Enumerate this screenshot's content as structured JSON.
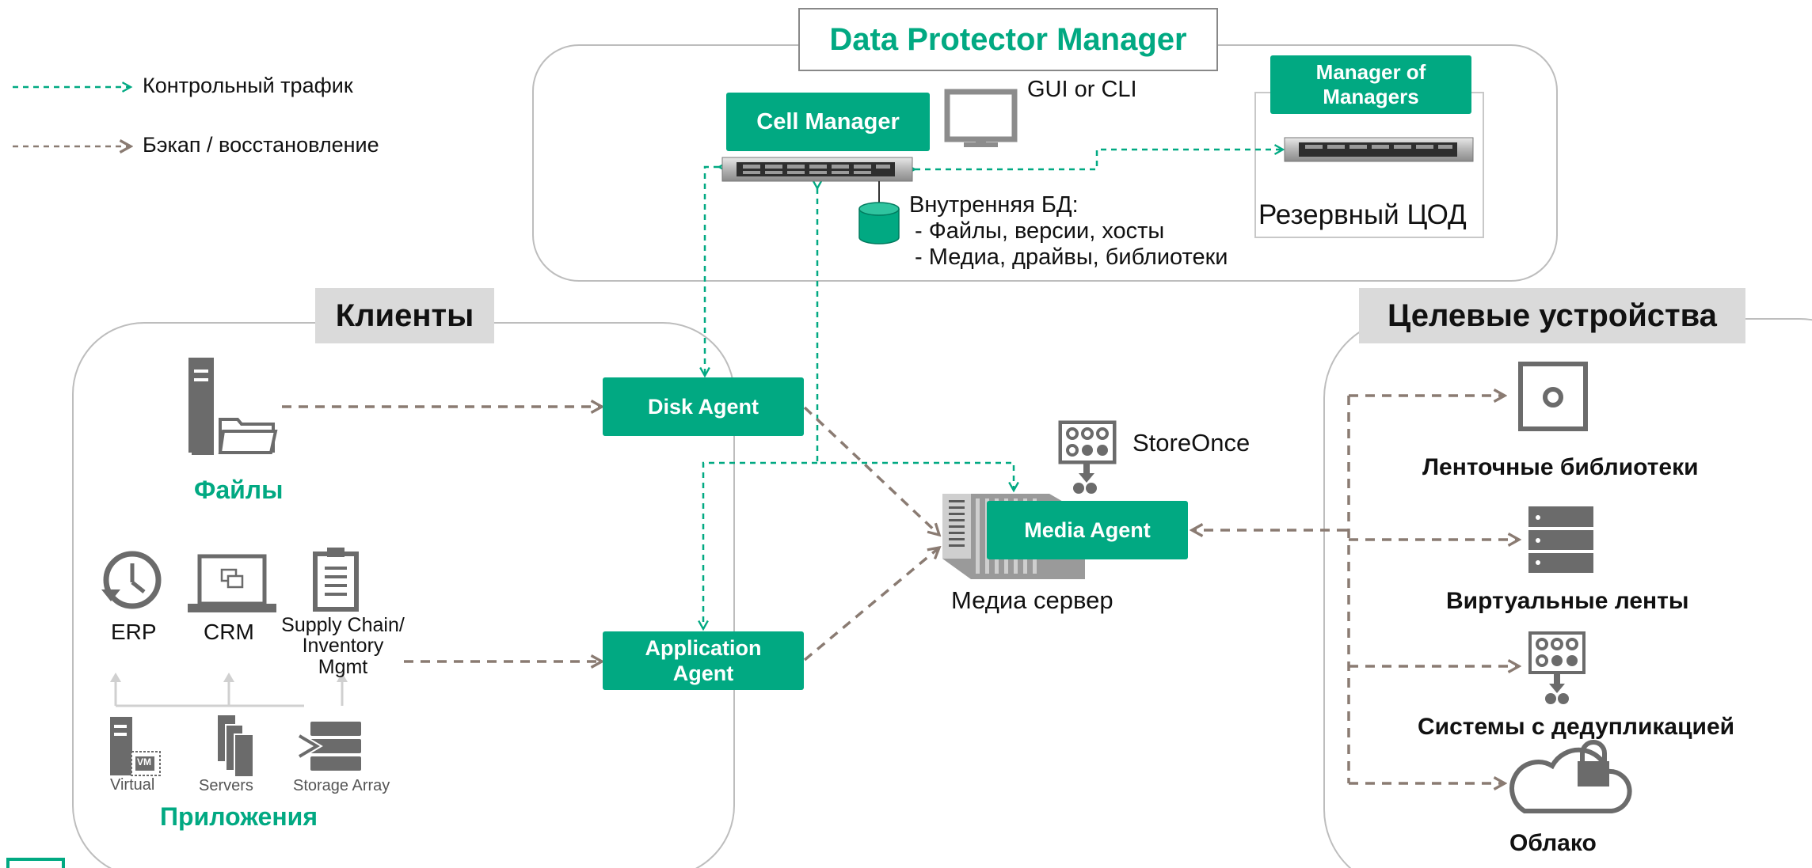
{
  "legend": {
    "control_traffic": "Контрольный трафик",
    "backup_restore": "Бэкап / восстановление"
  },
  "dpm": {
    "title": "Data Protector Manager",
    "cell_manager": "Cell Manager",
    "gui_cli": "GUI or CLI",
    "internal_db": {
      "title": "Внутренняя БД:",
      "line1": "- Файлы, версии, хосты",
      "line2": "- Медиа, драйвы, библиотеки"
    },
    "mom": {
      "line1": "Manager of",
      "line2": "Managers"
    },
    "reserve_dc": "Резервный ЦОД"
  },
  "clients": {
    "title": "Клиенты",
    "files": "Файлы",
    "erp": "ERP",
    "crm": "CRM",
    "supply_chain": {
      "line1": "Supply Chain/",
      "line2": "Inventory",
      "line3": "Mgmt"
    },
    "virtual": "Virtual",
    "servers": "Servers",
    "storage_array": "Storage Array",
    "applications": "Приложения",
    "vm_badge": "VM"
  },
  "agents": {
    "disk_agent": "Disk Agent",
    "application_agent": {
      "line1": "Application",
      "line2": "Agent"
    },
    "media_agent": "Media Agent"
  },
  "media_server": "Медиа сервер",
  "storeonce": "StoreOnce",
  "targets": {
    "title": "Целевые устройства",
    "tape_libraries": "Ленточные библиотеки",
    "virtual_tapes": "Виртуальные ленты",
    "dedup": "Системы с дедупликацией",
    "cloud": "Облако"
  },
  "colors": {
    "accent_green": "#01a982",
    "header_gray": "#dadada",
    "arrow_brown": "#8a7b72",
    "icon_gray": "#6b6b6b"
  }
}
